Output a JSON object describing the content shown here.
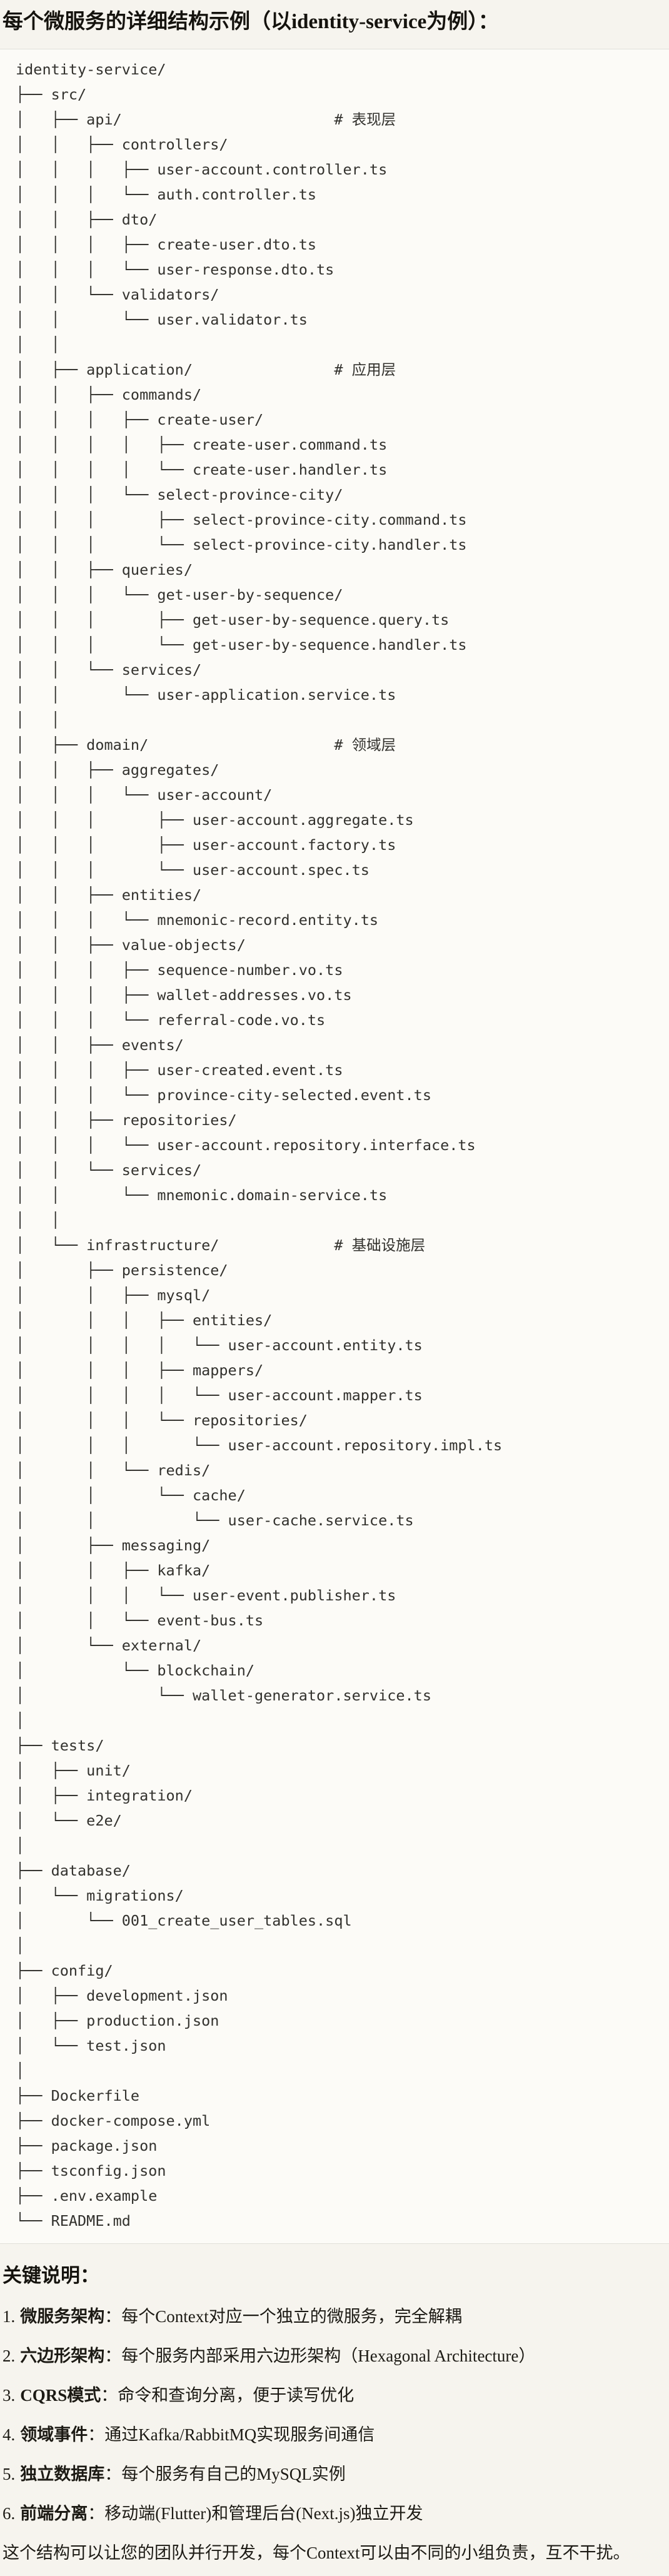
{
  "title": "每个微服务的详细结构示例（以identity-service为例）：",
  "tree": {
    "lines": [
      "identity-service/",
      "├── src/",
      "│   ├── api/                        # 表现层",
      "│   │   ├── controllers/",
      "│   │   │   ├── user-account.controller.ts",
      "│   │   │   └── auth.controller.ts",
      "│   │   ├── dto/",
      "│   │   │   ├── create-user.dto.ts",
      "│   │   │   └── user-response.dto.ts",
      "│   │   └── validators/",
      "│   │       └── user.validator.ts",
      "│   │",
      "│   ├── application/                # 应用层",
      "│   │   ├── commands/",
      "│   │   │   ├── create-user/",
      "│   │   │   │   ├── create-user.command.ts",
      "│   │   │   │   └── create-user.handler.ts",
      "│   │   │   └── select-province-city/",
      "│   │   │       ├── select-province-city.command.ts",
      "│   │   │       └── select-province-city.handler.ts",
      "│   │   ├── queries/",
      "│   │   │   └── get-user-by-sequence/",
      "│   │   │       ├── get-user-by-sequence.query.ts",
      "│   │   │       └── get-user-by-sequence.handler.ts",
      "│   │   └── services/",
      "│   │       └── user-application.service.ts",
      "│   │",
      "│   ├── domain/                     # 领域层",
      "│   │   ├── aggregates/",
      "│   │   │   └── user-account/",
      "│   │   │       ├── user-account.aggregate.ts",
      "│   │   │       ├── user-account.factory.ts",
      "│   │   │       └── user-account.spec.ts",
      "│   │   ├── entities/",
      "│   │   │   └── mnemonic-record.entity.ts",
      "│   │   ├── value-objects/",
      "│   │   │   ├── sequence-number.vo.ts",
      "│   │   │   ├── wallet-addresses.vo.ts",
      "│   │   │   └── referral-code.vo.ts",
      "│   │   ├── events/",
      "│   │   │   ├── user-created.event.ts",
      "│   │   │   └── province-city-selected.event.ts",
      "│   │   ├── repositories/",
      "│   │   │   └── user-account.repository.interface.ts",
      "│   │   └── services/",
      "│   │       └── mnemonic.domain-service.ts",
      "│   │",
      "│   └── infrastructure/             # 基础设施层",
      "│       ├── persistence/",
      "│       │   ├── mysql/",
      "│       │   │   ├── entities/",
      "│       │   │   │   └── user-account.entity.ts",
      "│       │   │   ├── mappers/",
      "│       │   │   │   └── user-account.mapper.ts",
      "│       │   │   └── repositories/",
      "│       │   │       └── user-account.repository.impl.ts",
      "│       │   └── redis/",
      "│       │       └── cache/",
      "│       │           └── user-cache.service.ts",
      "│       ├── messaging/",
      "│       │   ├── kafka/",
      "│       │   │   └── user-event.publisher.ts",
      "│       │   └── event-bus.ts",
      "│       └── external/",
      "│           └── blockchain/",
      "│               └── wallet-generator.service.ts",
      "│",
      "├── tests/",
      "│   ├── unit/",
      "│   ├── integration/",
      "│   └── e2e/",
      "│",
      "├── database/",
      "│   └── migrations/",
      "│       └── 001_create_user_tables.sql",
      "│",
      "├── config/",
      "│   ├── development.json",
      "│   ├── production.json",
      "│   └── test.json",
      "│",
      "├── Dockerfile",
      "├── docker-compose.yml",
      "├── package.json",
      "├── tsconfig.json",
      "├── .env.example",
      "└── README.md"
    ]
  },
  "notes": {
    "heading": "关键说明：",
    "items": [
      {
        "num": "1.",
        "term": "微服务架构",
        "desc": "：每个Context对应一个独立的微服务，完全解耦"
      },
      {
        "num": "2.",
        "term": "六边形架构",
        "desc": "：每个服务内部采用六边形架构（Hexagonal Architecture）"
      },
      {
        "num": "3.",
        "term": "CQRS模式",
        "desc": "：命令和查询分离，便于读写优化"
      },
      {
        "num": "4.",
        "term": "领域事件",
        "desc": "：通过Kafka/RabbitMQ实现服务间通信"
      },
      {
        "num": "5.",
        "term": "独立数据库",
        "desc": "：每个服务有自己的MySQL实例"
      },
      {
        "num": "6.",
        "term": "前端分离",
        "desc": "：移动端(Flutter)和管理后台(Next.js)独立开发"
      }
    ],
    "footer": "这个结构可以让您的团队并行开发，每个Context可以由不同的小组负责，互不干扰。"
  }
}
